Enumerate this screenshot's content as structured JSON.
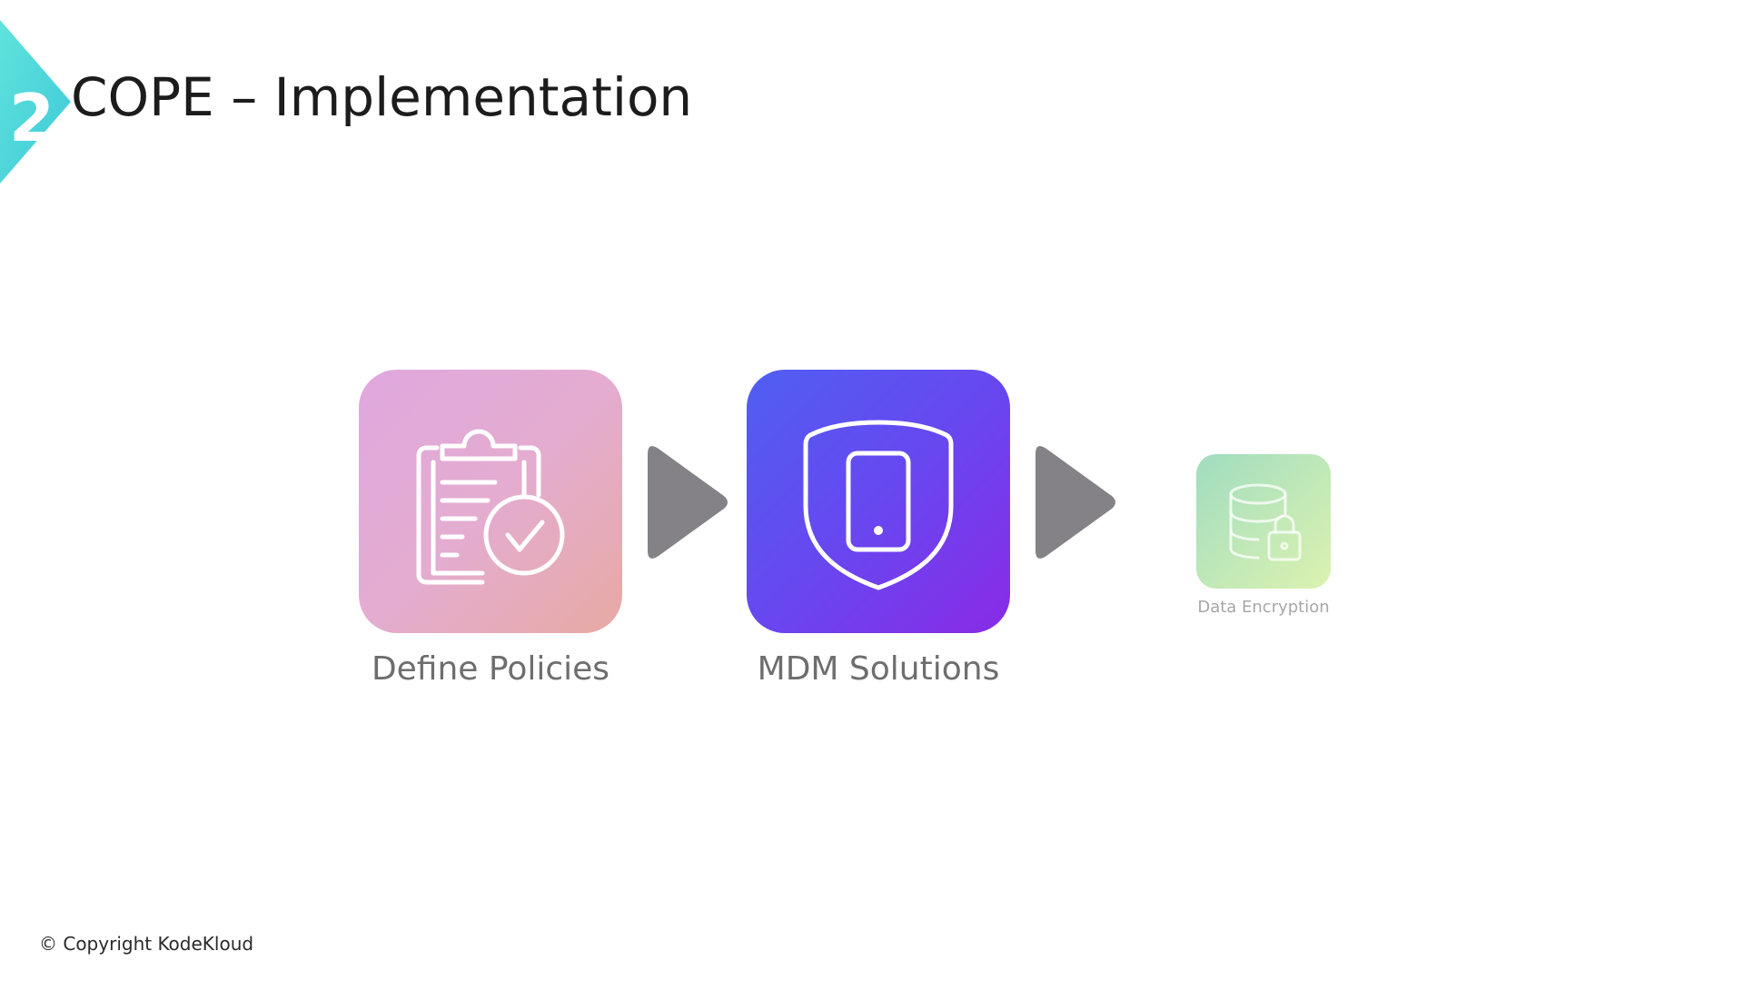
{
  "slide": {
    "section_number": "2",
    "title": "COPE – Implementation",
    "copyright": "© Copyright KodeKloud"
  },
  "steps": [
    {
      "label": "Define Policies",
      "icon": "clipboard-check-icon",
      "color_start": "#dfa8de",
      "color_end": "#e7aaa3"
    },
    {
      "label": "MDM Solutions",
      "icon": "shield-phone-icon",
      "color_start": "#4f5ff2",
      "color_end": "#8a2ae6"
    },
    {
      "label": "Data Encryption",
      "icon": "database-lock-icon",
      "color_start": "#9fdcbf",
      "color_end": "#dcf2b0"
    }
  ],
  "colors": {
    "badge": "#4fd9d6",
    "arrow": "#858287",
    "title": "#1c1c1c",
    "label": "#6e6e6e"
  }
}
